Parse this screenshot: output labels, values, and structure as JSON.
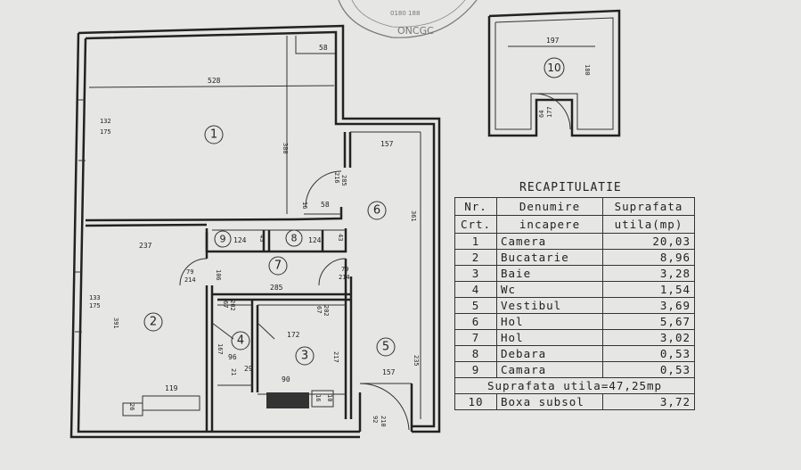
{
  "rooms": {
    "r1": "1",
    "r2": "2",
    "r3": "3",
    "r4": "4",
    "r5": "5",
    "r6": "6",
    "r7": "7",
    "r8": "8",
    "r9": "9",
    "r10": "10"
  },
  "dims": {
    "d58a": "58",
    "d528": "528",
    "d380": "380",
    "d132": "132",
    "d175a": "175",
    "d157a": "157",
    "d216": "216",
    "d285a": "285",
    "d16": "16",
    "d58b": "58",
    "d361": "361",
    "d237": "237",
    "d124a": "124",
    "d43a": "43",
    "d124b": "124",
    "d43b": "43",
    "d79a": "79",
    "d214a": "214",
    "d106": "106",
    "d285b": "285",
    "d79b": "79",
    "d214b": "214",
    "d133": "133",
    "d175b": "175",
    "d391": "391",
    "d67a": "67",
    "d202a": "202",
    "d67b": "67",
    "d202b": "202",
    "d172": "172",
    "d167": "167",
    "d96": "96",
    "d217": "217",
    "d21": "21",
    "d29": "29",
    "d235": "235",
    "d157b": "157",
    "d119": "119",
    "d26": "26",
    "d90": "90",
    "d16b": "16",
    "d10": "10",
    "d92": "92",
    "d210": "210",
    "d197": "197",
    "d180": "180",
    "d64": "64",
    "d177": "177"
  },
  "stamp": {
    "text": "ONCGC",
    "nums": "0180 188"
  },
  "recap": {
    "title": "RECAPITULATIE",
    "headers": {
      "nr1": "Nr.",
      "nr2": "Crt.",
      "den1": "Denumire",
      "den2": "incapere",
      "sup1": "Suprafata",
      "sup2": "utila(mp)"
    },
    "rows": [
      {
        "nr": "1",
        "name": "Camera",
        "area": "20,03"
      },
      {
        "nr": "2",
        "name": "Bucatarie",
        "area": "8,96"
      },
      {
        "nr": "3",
        "name": "Baie",
        "area": "3,28"
      },
      {
        "nr": "4",
        "name": "Wc",
        "area": "1,54"
      },
      {
        "nr": "5",
        "name": "Vestibul",
        "area": "3,69"
      },
      {
        "nr": "6",
        "name": "Hol",
        "area": "5,67"
      },
      {
        "nr": "7",
        "name": "Hol",
        "area": "3,02"
      },
      {
        "nr": "8",
        "name": "Debara",
        "area": "0,53"
      },
      {
        "nr": "9",
        "name": "Camara",
        "area": "0,53"
      }
    ],
    "total": "Suprafata utila=47,25mp",
    "extra": {
      "nr": "10",
      "name": "Boxa subsol",
      "area": "3,72"
    }
  }
}
